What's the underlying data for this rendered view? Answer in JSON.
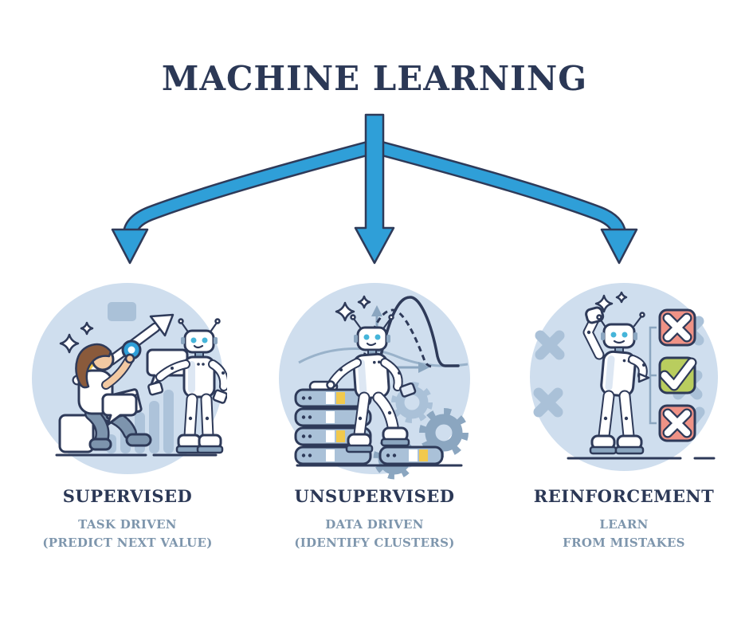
{
  "title": "MACHINE LEARNING",
  "branches": [
    {
      "heading": "SUPERVISED",
      "subtitle_line1": "TASK DRIVEN",
      "subtitle_line2": "(PREDICT NEXT VALUE)"
    },
    {
      "heading": "UNSUPERVISED",
      "subtitle_line1": "DATA DRIVEN",
      "subtitle_line2": "(IDENTIFY CLUSTERS)"
    },
    {
      "heading": "REINFORCEMENT",
      "subtitle_line1": "LEARN",
      "subtitle_line2": "FROM MISTAKES"
    }
  ],
  "illustrations": {
    "supervised": "woman-training-robot-with-rising-trend-chart",
    "unsupervised": "robot-on-server-stack-with-distribution-curves-and-gears",
    "reinforcement": "robot-with-right-wrong-feedback-checklist"
  },
  "colors": {
    "heading_navy": "#2b3856",
    "subtitle_slate": "#7e96ad",
    "outline_navy": "#2e3a59",
    "arrow_blue": "#2f9fd8",
    "circle_bg": "#cfdeee",
    "accent_muted": "#aac1d8",
    "accent_dark": "#8ba6c0",
    "robot_shade": "#dde7f3",
    "node_yellow": "#f1c94d",
    "box_red": "#ef9286",
    "box_green": "#b9cd5e",
    "eye_cyan": "#45b5d9",
    "skin": "#f2c9a2",
    "hair_brown": "#8a5a3b",
    "pants_slate": "#7d94ad",
    "canvas": "#ffffff"
  }
}
